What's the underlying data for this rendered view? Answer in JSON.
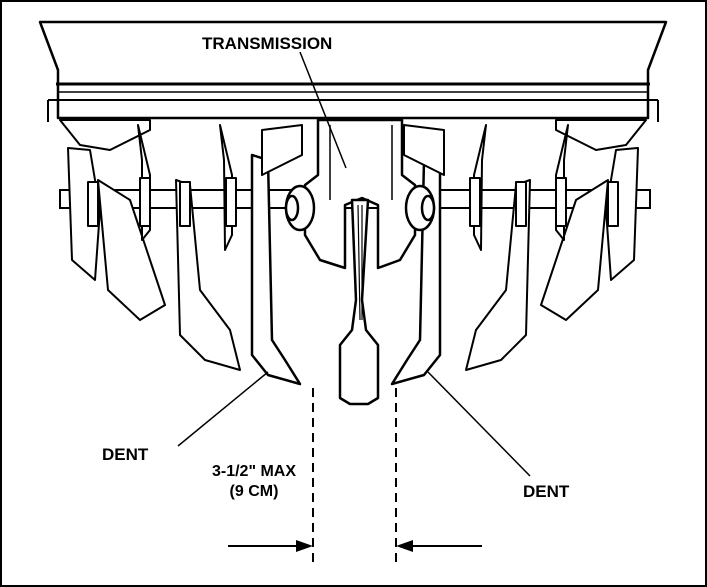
{
  "labels": {
    "transmission": "TRANSMISSION",
    "dent_left": "DENT",
    "dent_right": "DENT",
    "max_gap_line1": "3-1/2\" MAX",
    "max_gap_line2": "(9 CM)"
  },
  "colors": {
    "ink": "#000000",
    "paper": "#ffffff"
  }
}
